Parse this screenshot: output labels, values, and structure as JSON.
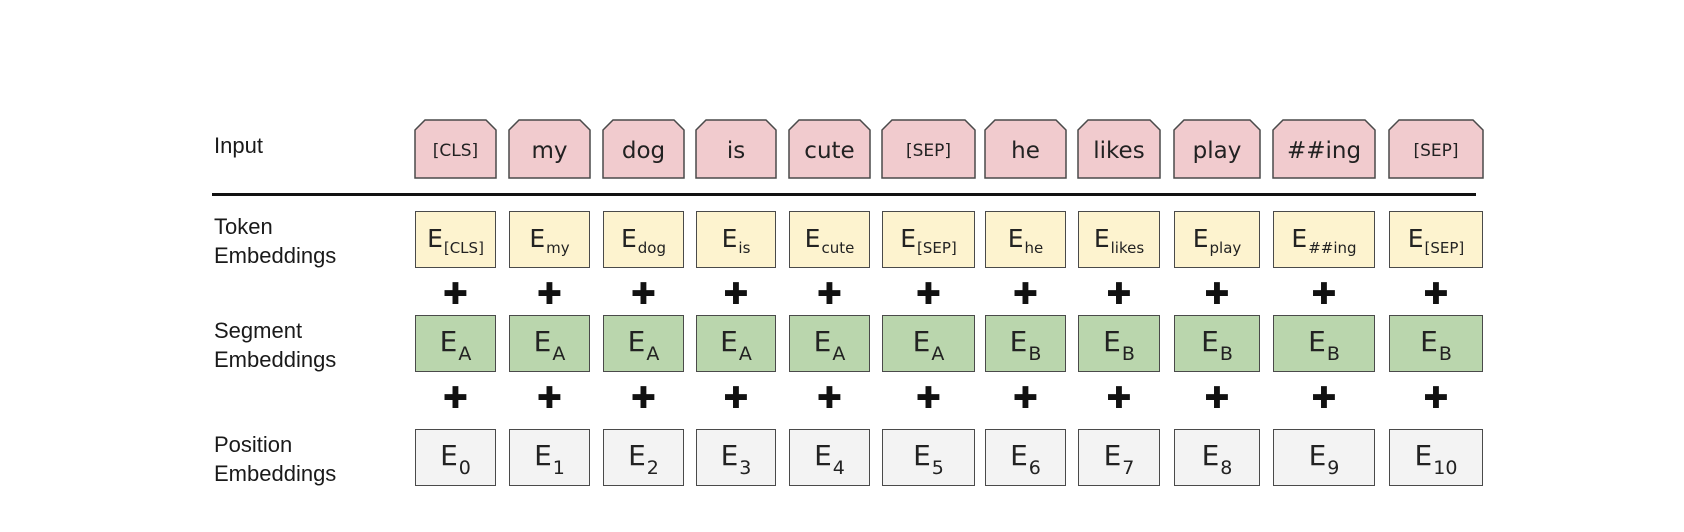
{
  "row_labels": {
    "input": "Input",
    "token": "Token\nEmbeddings",
    "segment": "Segment\nEmbeddings",
    "position": "Position\nEmbeddings"
  },
  "plus_symbol": "✚",
  "tokens": [
    {
      "input": "[CLS]",
      "token_sub": "[CLS]",
      "segment_sub": "A",
      "position_sub": "0"
    },
    {
      "input": "my",
      "token_sub": "my",
      "segment_sub": "A",
      "position_sub": "1"
    },
    {
      "input": "dog",
      "token_sub": "dog",
      "segment_sub": "A",
      "position_sub": "2"
    },
    {
      "input": "is",
      "token_sub": "is",
      "segment_sub": "A",
      "position_sub": "3"
    },
    {
      "input": "cute",
      "token_sub": "cute",
      "segment_sub": "A",
      "position_sub": "4"
    },
    {
      "input": "[SEP]",
      "token_sub": "[SEP]",
      "segment_sub": "A",
      "position_sub": "5"
    },
    {
      "input": "he",
      "token_sub": "he",
      "segment_sub": "B",
      "position_sub": "6"
    },
    {
      "input": "likes",
      "token_sub": "likes",
      "segment_sub": "B",
      "position_sub": "7"
    },
    {
      "input": "play",
      "token_sub": "play",
      "segment_sub": "B",
      "position_sub": "8"
    },
    {
      "input": "##ing",
      "token_sub": "##ing",
      "segment_sub": "B",
      "position_sub": "9"
    },
    {
      "input": "[SEP]",
      "token_sub": "[SEP]",
      "segment_sub": "B",
      "position_sub": "10"
    }
  ],
  "embedding_letter": "E",
  "colors": {
    "input": "#f1cbce",
    "token": "#fdf3cf",
    "segment": "#bad6ad",
    "position": "#f3f3f3"
  }
}
